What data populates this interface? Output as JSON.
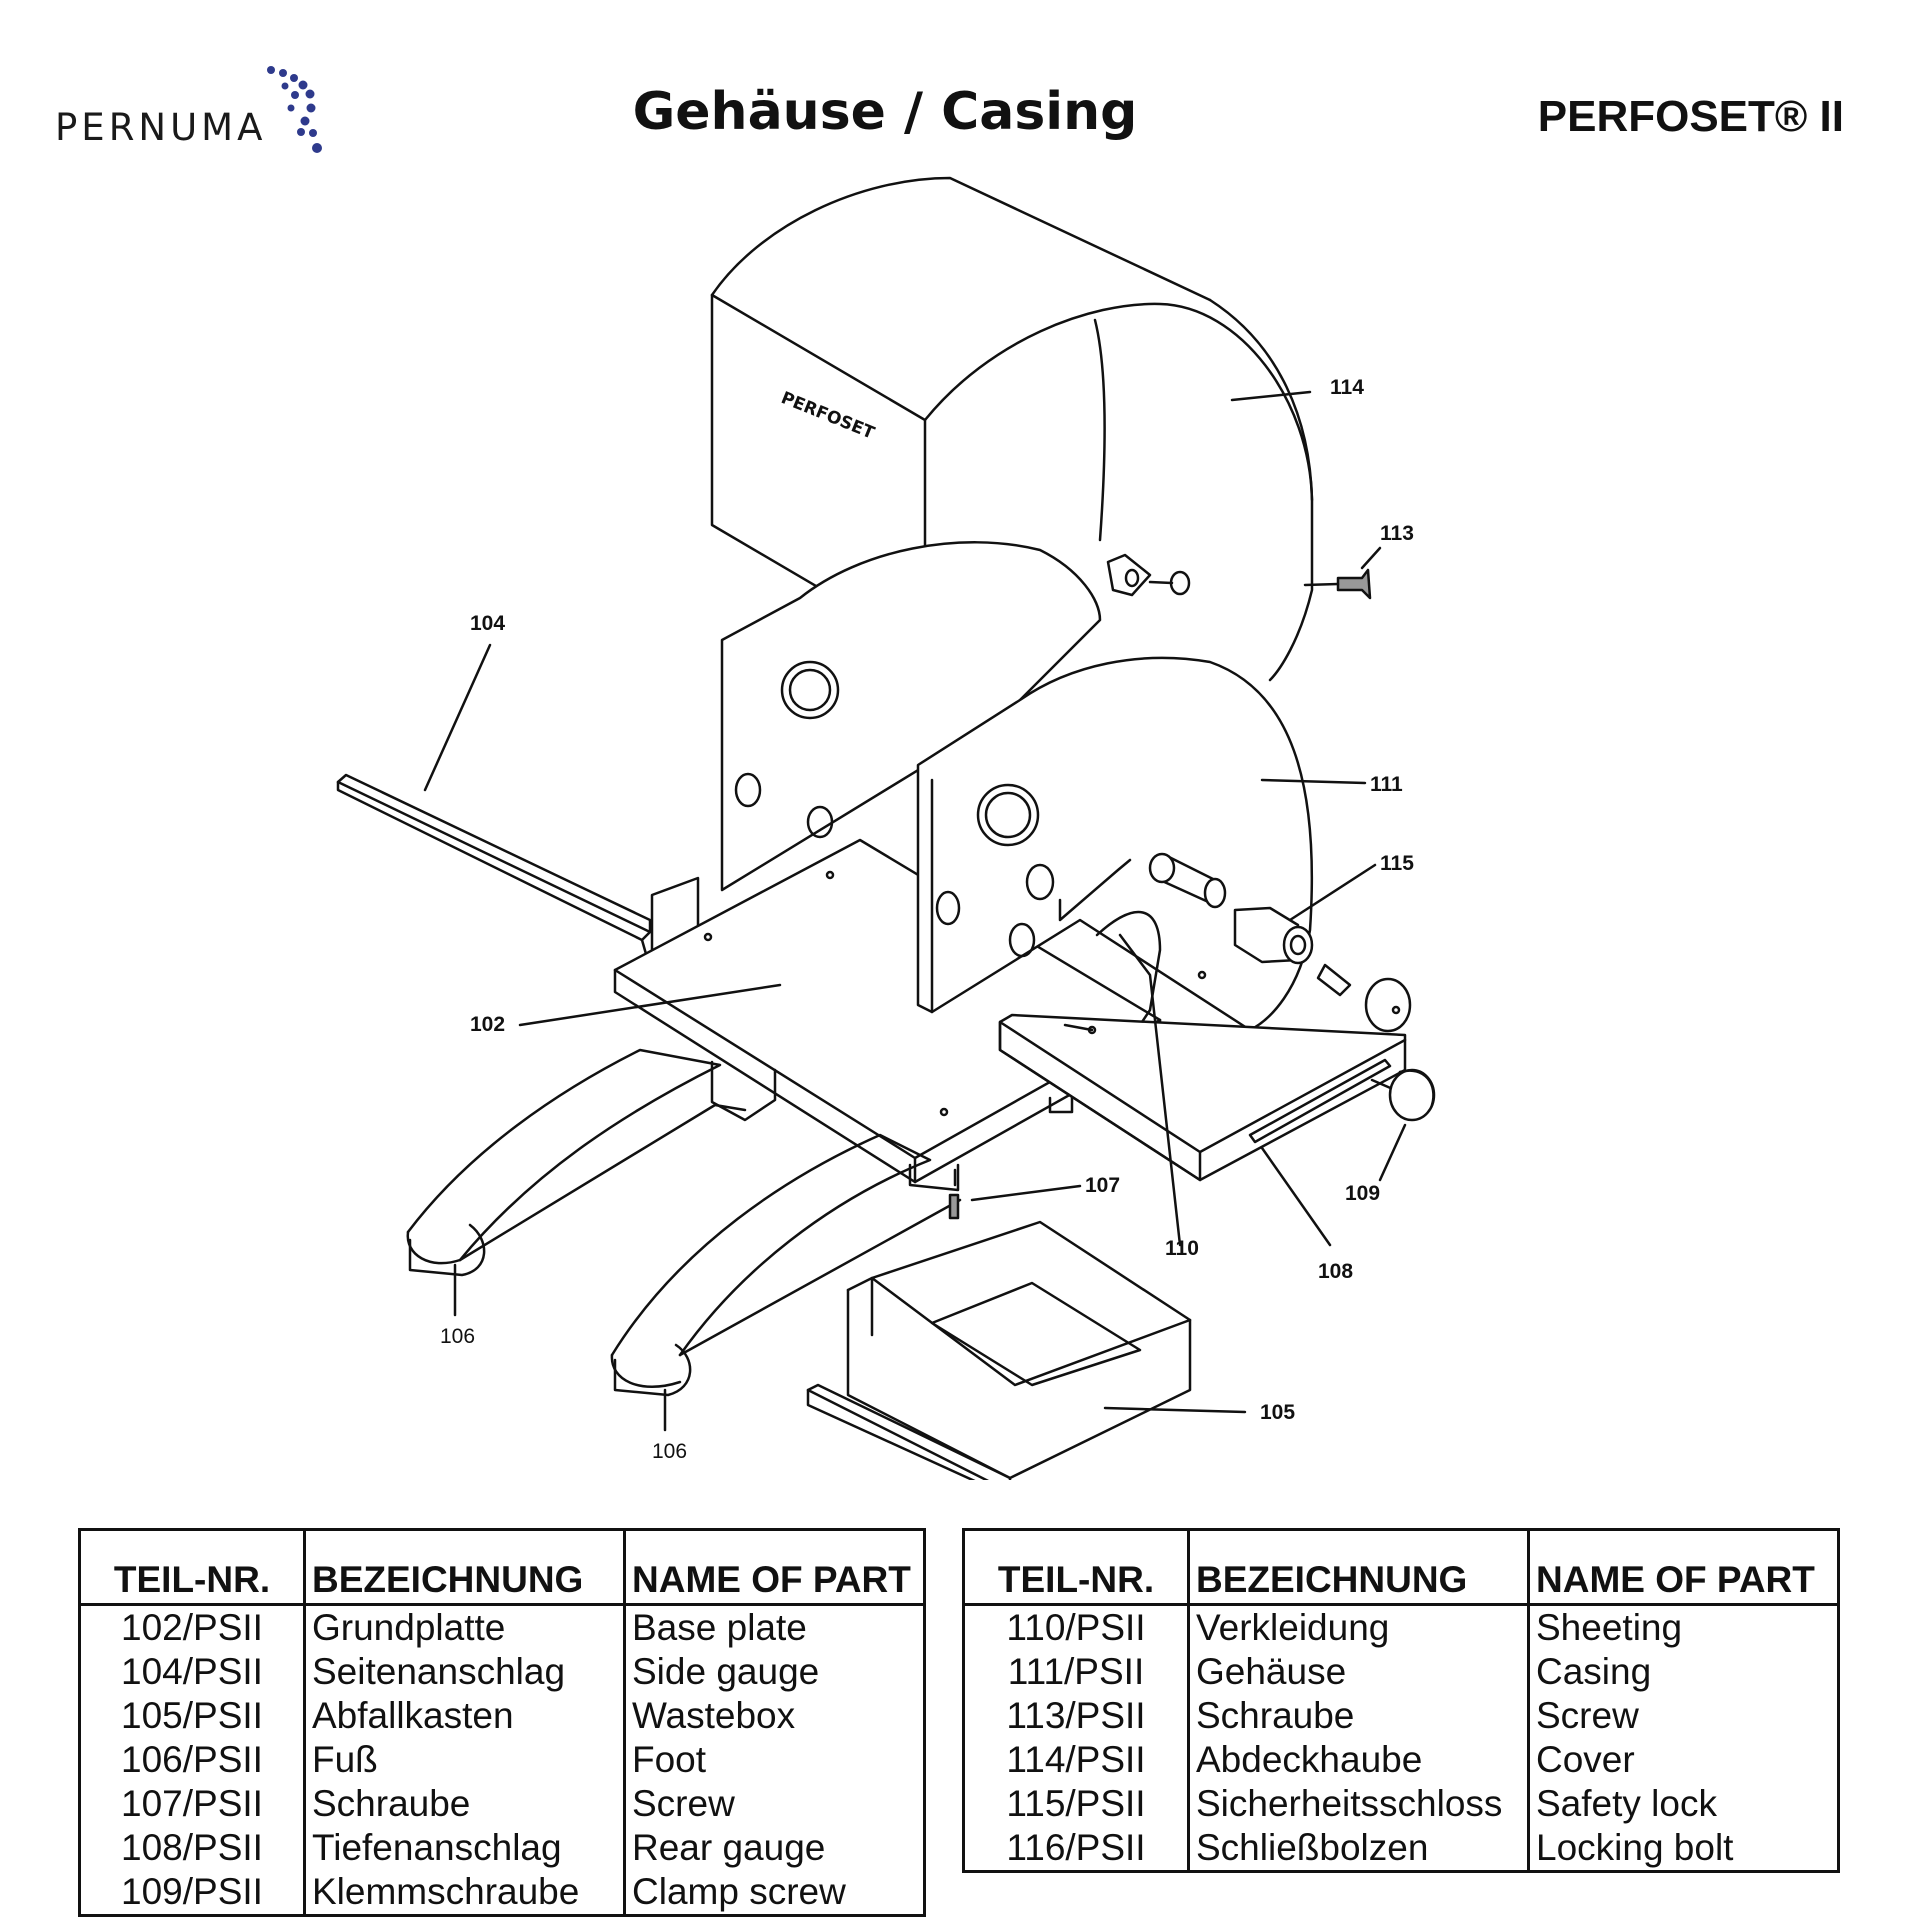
{
  "header": {
    "logo_text": "PERNUMA",
    "title": "Gehäuse / Casing",
    "product": "PERFOSET® II"
  },
  "drawing": {
    "cover_brand": "PERFOSET",
    "callouts": {
      "c102": "102",
      "c104": "104",
      "c105": "105",
      "c106a": "106",
      "c106b": "106",
      "c107": "107",
      "c108": "108",
      "c109": "109",
      "c110": "110",
      "c111": "111",
      "c113": "113",
      "c114": "114",
      "c115": "115"
    }
  },
  "table_headers": {
    "part_no": "TEIL-NR.",
    "designation": "BEZEICHNUNG",
    "name": "NAME OF PART"
  },
  "parts_left": [
    {
      "no": "102/PSII",
      "de": "Grundplatte",
      "en": "Base plate"
    },
    {
      "no": "104/PSII",
      "de": "Seitenanschlag",
      "en": "Side gauge"
    },
    {
      "no": "105/PSII",
      "de": "Abfallkasten",
      "en": "Wastebox"
    },
    {
      "no": "106/PSII",
      "de": "Fuß",
      "en": "Foot"
    },
    {
      "no": "107/PSII",
      "de": "Schraube",
      "en": "Screw"
    },
    {
      "no": "108/PSII",
      "de": "Tiefenanschlag",
      "en": "Rear gauge"
    },
    {
      "no": "109/PSII",
      "de": "Klemmschraube",
      "en": "Clamp screw"
    }
  ],
  "parts_right": [
    {
      "no": "110/PSII",
      "de": "Verkleidung",
      "en": "Sheeting"
    },
    {
      "no": "111/PSII",
      "de": "Gehäuse",
      "en": "Casing"
    },
    {
      "no": "113/PSII",
      "de": "Schraube",
      "en": "Screw"
    },
    {
      "no": "114/PSII",
      "de": "Abdeckhaube",
      "en": "Cover"
    },
    {
      "no": "115/PSII",
      "de": "Sicherheitsschloss",
      "en": "Safety lock"
    },
    {
      "no": "116/PSII",
      "de": "Schließbolzen",
      "en": "Locking bolt"
    }
  ],
  "colors": {
    "logo_dots": "#2e3a8c",
    "ink": "#111111"
  }
}
